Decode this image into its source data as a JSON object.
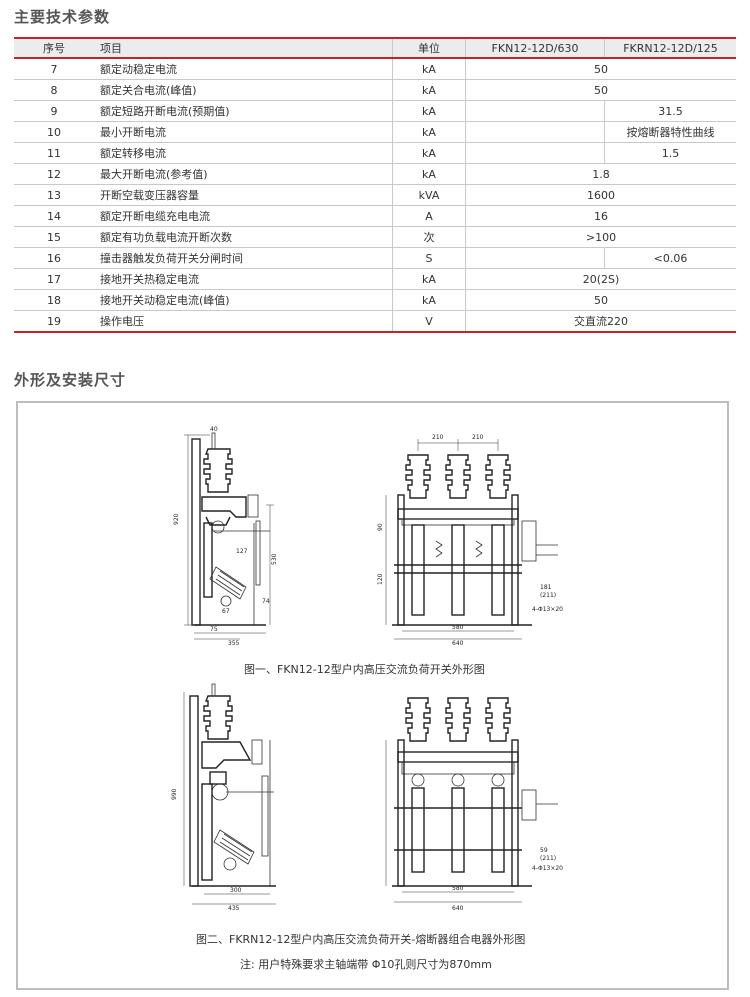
{
  "section1_title": "主要技术参数",
  "section2_title": "外形及安装尺寸",
  "table": {
    "headers": {
      "no": "序号",
      "item": "项目",
      "unit": "单位",
      "col1": "FKN12-12D/630",
      "col2": "FKRN12-12D/125"
    },
    "rows": [
      {
        "no": "7",
        "item": "额定动稳定电流",
        "unit": "kA",
        "merged": "50"
      },
      {
        "no": "8",
        "item": "额定关合电流(峰值)",
        "unit": "kA",
        "merged": "50"
      },
      {
        "no": "9",
        "item": "额定短路开断电流(预期值)",
        "unit": "kA",
        "v1": "",
        "v2": "31.5"
      },
      {
        "no": "10",
        "item": "最小开断电流",
        "unit": "kA",
        "v1": "",
        "v2": "按熔断器特性曲线"
      },
      {
        "no": "11",
        "item": "额定转移电流",
        "unit": "kA",
        "v1": "",
        "v2": "1.5"
      },
      {
        "no": "12",
        "item": "最大开断电流(参考值)",
        "unit": "kA",
        "merged": "1.8"
      },
      {
        "no": "13",
        "item": "开断空载变压器容量",
        "unit": "kVA",
        "merged": "1600"
      },
      {
        "no": "14",
        "item": "额定开断电缆充电电流",
        "unit": "A",
        "merged": "16"
      },
      {
        "no": "15",
        "item": "额定有功负载电流开断次数",
        "unit": "次",
        "merged": ">100"
      },
      {
        "no": "16",
        "item": "撞击器触发负荷开关分闸时间",
        "unit": "S",
        "v1": "",
        "v2": "<0.06"
      },
      {
        "no": "17",
        "item": "接地开关热稳定电流",
        "unit": "kA",
        "merged": "20(2S)"
      },
      {
        "no": "18",
        "item": "接地开关动稳定电流(峰值)",
        "unit": "kA",
        "merged": "50"
      },
      {
        "no": "19",
        "item": "操作电压",
        "unit": "V",
        "merged": "交直流220"
      }
    ]
  },
  "figures": {
    "fig1_caption": "图一、FKN12-12型户内高压交流负荷开关外形图",
    "fig2_caption": "图二、FKRN12-12型户内高压交流负荷开关-熔断器组合电器外形图",
    "note": "注: 用户特殊要求主轴端带 Φ10孔则尺寸为870mm",
    "dims": {
      "d40": "40",
      "d920": "920",
      "d530": "530",
      "d127": "127",
      "d74": "74",
      "d67": "67",
      "d75": "75",
      "d355": "355",
      "d210": "210",
      "d90": "90",
      "d120": "120",
      "d181": "181",
      "d211": "(211)",
      "d580": "580",
      "d640": "640",
      "d4": "4-Φ13×20",
      "d990": "990",
      "d300": "300",
      "d435": "435",
      "d59": "59",
      "d211b": "(211)"
    }
  }
}
